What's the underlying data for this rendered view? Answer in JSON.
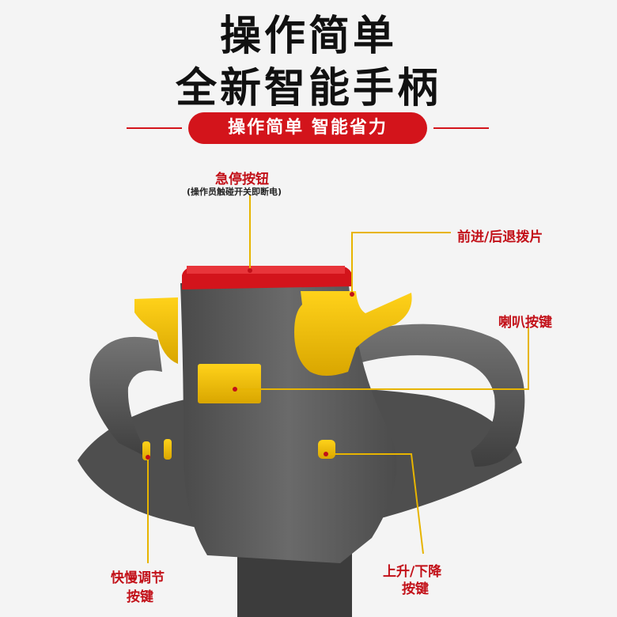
{
  "header": {
    "line1": "操作简单",
    "line2": "全新智能手柄",
    "tagline": "操作简单 智能省力"
  },
  "callouts": {
    "emergency_stop": {
      "label": "急停按钮",
      "note": "(操作员触碰开关即断电)"
    },
    "direction_paddle": {
      "label": "前进/后退拨片"
    },
    "horn_button": {
      "label": "喇叭按键"
    },
    "speed_button": {
      "line1": "快慢调节",
      "line2": "按键"
    },
    "lift_button": {
      "line1": "上升/下降",
      "line2": "按键"
    }
  },
  "colors": {
    "accent_red": "#d3141b",
    "handle_gray": "#5c5c5c",
    "button_yellow": "#f2c200",
    "callout_line": "#e7b400"
  }
}
